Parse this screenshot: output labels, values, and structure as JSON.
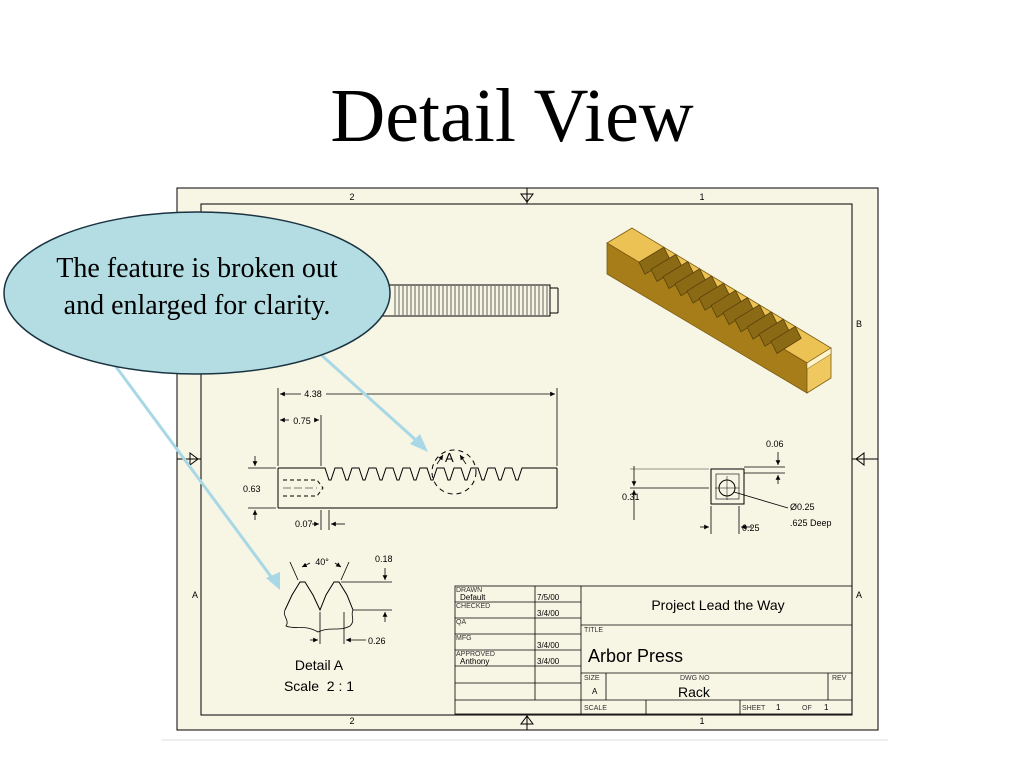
{
  "slide": {
    "title": "Detail View",
    "callout_text": "The feature is broken out and enlarged for clarity."
  },
  "drawing": {
    "zone_labels": {
      "top_left": "2",
      "top_right": "1",
      "right_upper": "B",
      "left_lower": "A",
      "right_lower": "A",
      "bottom_left": "2",
      "bottom_right": "1"
    },
    "dimensions": {
      "overall_length": "4.38",
      "offset": "0.75",
      "height": "0.63",
      "gap": "0.07",
      "detail_marker": "A",
      "side_width": "0.06",
      "side_height": "0.31",
      "hole": "Ø0.25",
      "hole_depth": ".625 Deep",
      "side_offset": "0.25",
      "tooth_angle": "40°",
      "tooth_height": "0.18",
      "tooth_spacing": "0.26"
    },
    "detail_label": "Detail A",
    "detail_scale": "Scale  2 : 1",
    "title_block": {
      "drawn_label": "DRAWN",
      "drawn_value": "Default",
      "drawn_date": "7/5/00",
      "checked_label": "CHECKED",
      "checked_date": "3/4/00",
      "qa_label": "QA",
      "mfg_label": "MFG",
      "mfg_date": "3/4/00",
      "approved_label": "APPROVED",
      "approved_value": "Anthony",
      "approved_date": "3/4/00",
      "company": "Project Lead the Way",
      "title_label": "TITLE",
      "title_value": "Arbor Press",
      "size_label": "SIZE",
      "size_value": "A",
      "dwg_label": "DWG NO",
      "dwg_value": "Rack",
      "rev_label": "REV",
      "scale_label": "SCALE",
      "sheet_label": "SHEET",
      "sheet_value": "1",
      "of_label": "OF",
      "of_value": "1"
    }
  },
  "colors": {
    "sheet": "#f7f5e4",
    "callout_fill": "#b3dde3",
    "leader": "#a8d8e6",
    "rack_light": "#e6b84a",
    "rack_dark": "#9a7418"
  }
}
